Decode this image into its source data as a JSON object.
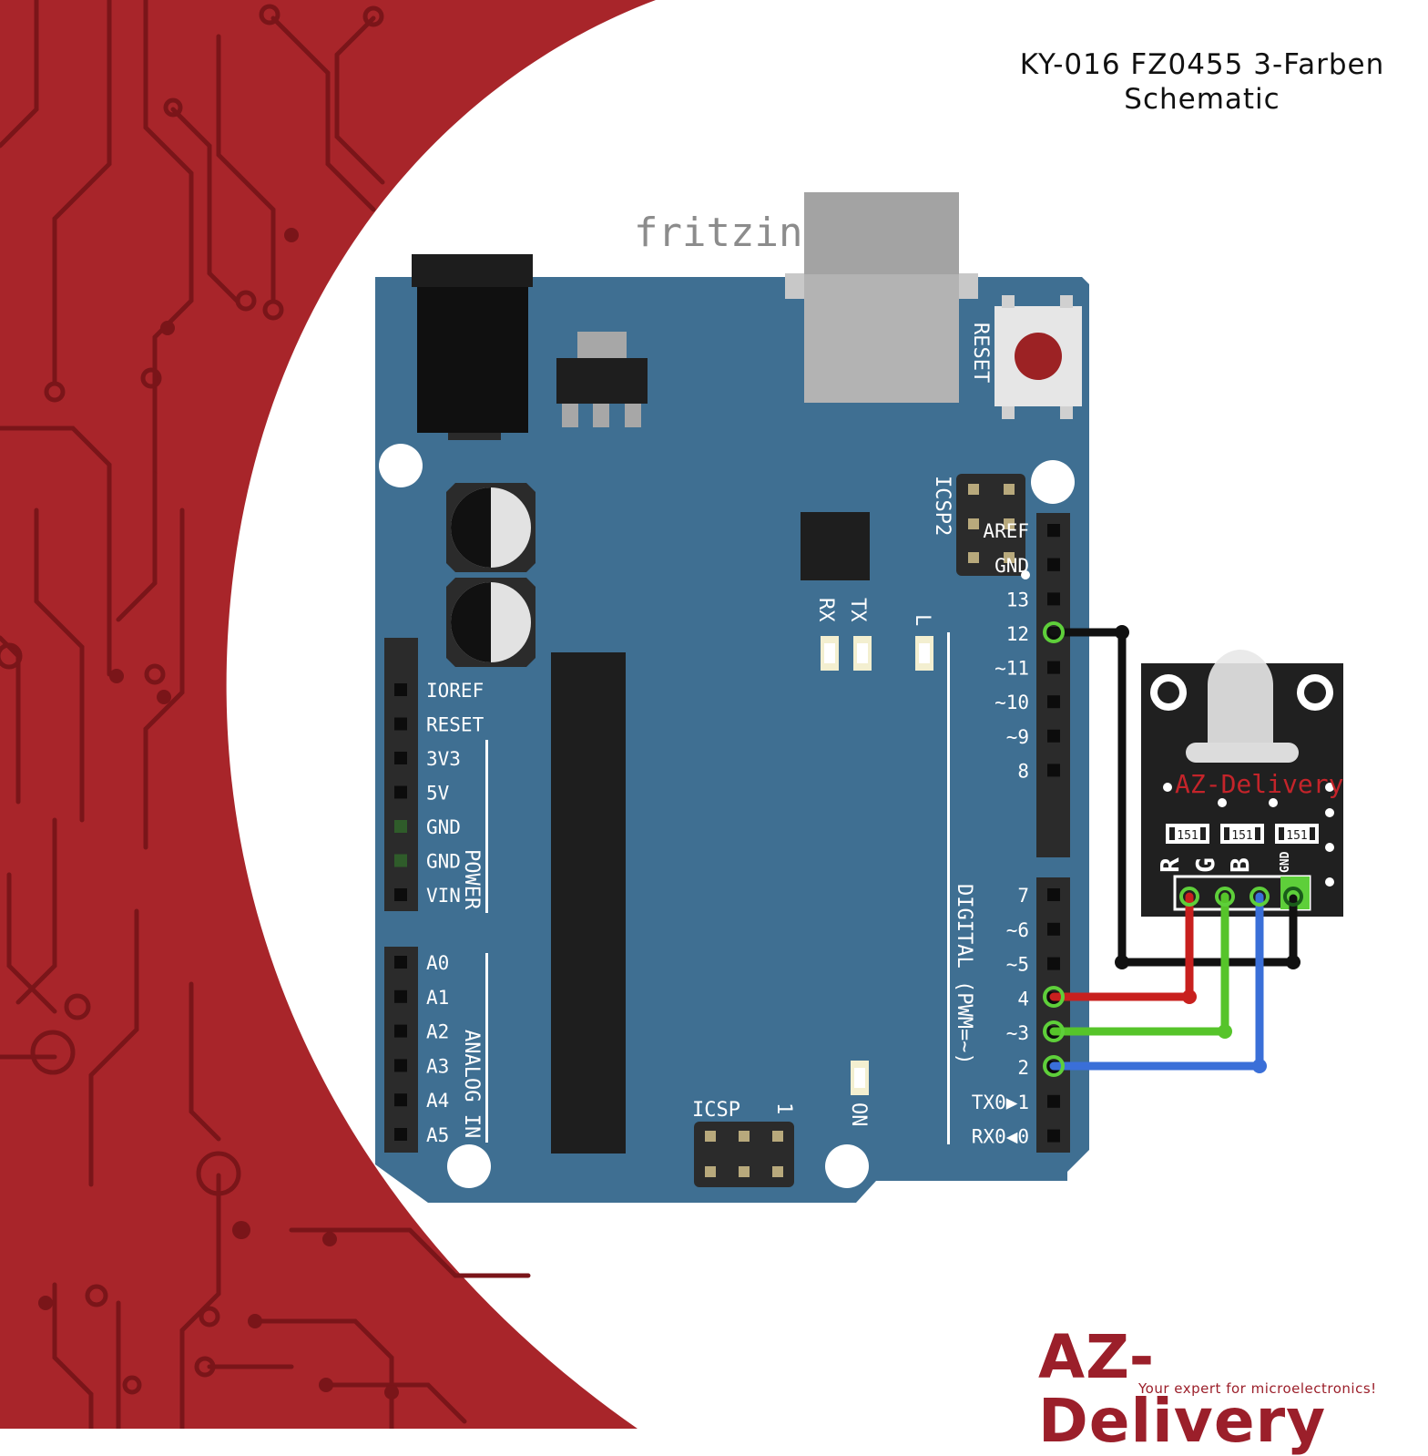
{
  "title": {
    "line1": "KY-016 FZ0455 3-Farben",
    "line2": "Schematic"
  },
  "watermark": "fritzing",
  "brand": {
    "name": "AZ-Delivery",
    "tagline": "Your expert for microelectronics!"
  },
  "board": {
    "reset_label": "RESET",
    "icsp2_label": "ICSP2",
    "icsp_label": "ICSP",
    "icsp_pin1": "1",
    "led_rx": "RX",
    "led_tx": "TX",
    "led_l": "L",
    "on_label": "ON",
    "power_group": "POWER",
    "analog_group": "ANALOG IN",
    "digital_group": "DIGITAL (PWM=~)",
    "power_pins": [
      "IOREF",
      "RESET",
      "3V3",
      "5V",
      "GND",
      "GND",
      "VIN"
    ],
    "analog_pins": [
      "A0",
      "A1",
      "A2",
      "A3",
      "A4",
      "A5"
    ],
    "digital_top": [
      "AREF",
      "GND",
      "13",
      "12",
      "~11",
      "~10",
      "~9",
      "8"
    ],
    "digital_bottom": [
      "7",
      "~6",
      "~5",
      "4",
      "~3",
      "2",
      "TX0▶1",
      "RX0◀0"
    ]
  },
  "module": {
    "brand": "AZ-Delivery",
    "resistors": [
      "151",
      "151",
      "151"
    ],
    "pins": [
      "R",
      "G",
      "B",
      "GND"
    ]
  },
  "wires": {
    "red": "#c8201e",
    "green": "#56c42a",
    "blue": "#3a6fd8",
    "black": "#111111"
  },
  "colors": {
    "background_red": "#a8252a",
    "board_blue": "#3f6f92",
    "brand_red": "#9b1f2a"
  }
}
